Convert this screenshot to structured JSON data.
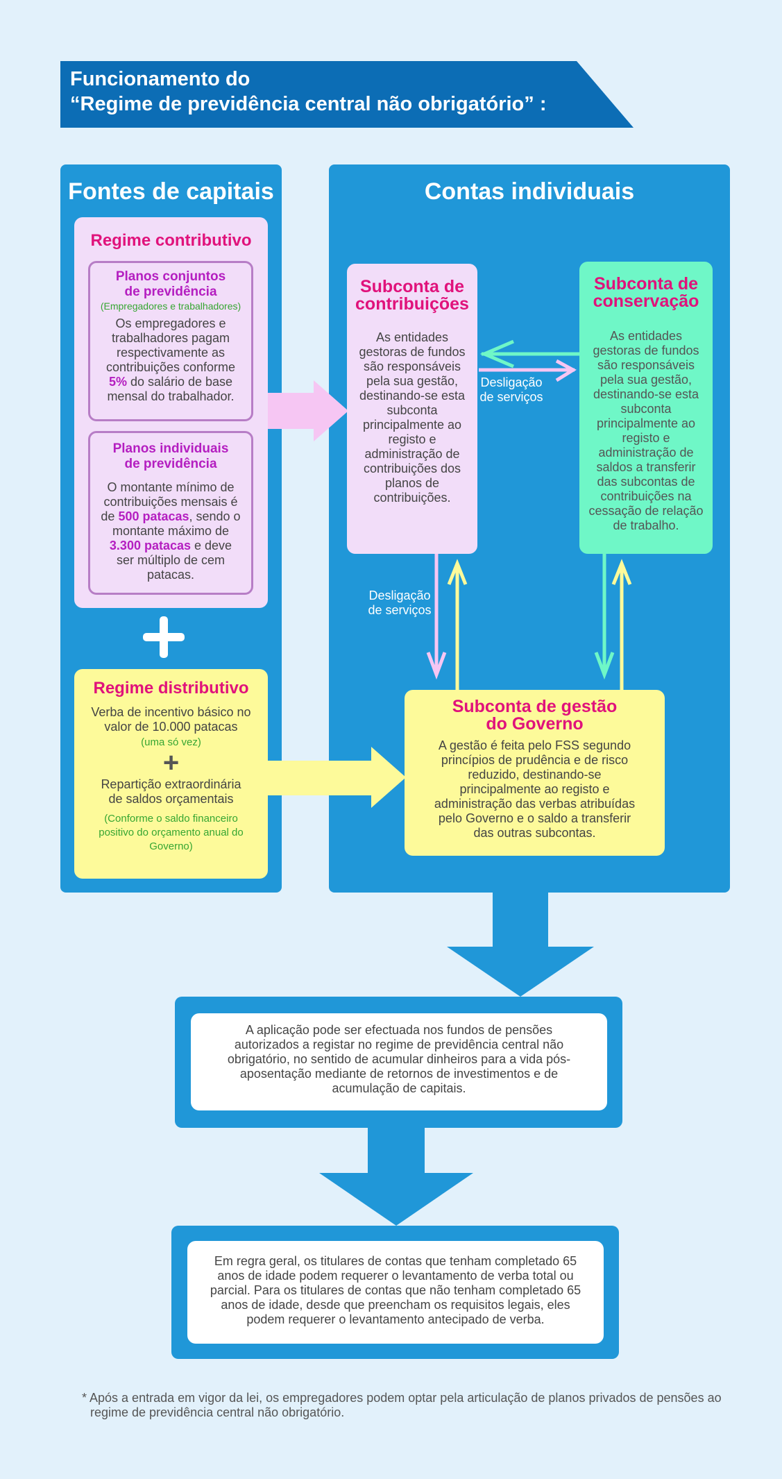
{
  "header": {
    "title_line1": "Funcionamento do",
    "title_line2": "“Regime de previdência central não obrigatório”  :"
  },
  "sources": {
    "heading": "Fontes de capitais",
    "contributive": {
      "title": "Regime contributivo",
      "joint_plans": {
        "title_line1": "Planos conjuntos",
        "title_line2": "de previdência",
        "subtitle": "(Empregadores e trabalhadores)",
        "text_before": "Os empregadores e trabalhadores pagam respectivamente as contribuições conforme ",
        "highlight": "5%",
        "text_after": " do salário de base mensal do trabalhador."
      },
      "individual_plans": {
        "title_line1": "Planos individuais",
        "title_line2": "de previdência",
        "text_1": "O montante mínimo de contribuições mensais é de ",
        "highlight_1": "500 patacas",
        "text_2": ", sendo o montante máximo de ",
        "highlight_2": "3.300 patacas",
        "text_3": " e deve ser múltiplo de cem patacas."
      }
    },
    "plus_symbol": "+",
    "distributive": {
      "title": "Regime distributivo",
      "incentive_text": "Verba de incentivo básico no valor de 10.000 patacas",
      "incentive_note": "(uma só vez)",
      "plus_symbol": "+",
      "surplus_text": "Repartição extraordinária de saldos orçamentais",
      "surplus_note": "(Conforme o saldo financeiro positivo do orçamento anual do Governo)"
    }
  },
  "accounts": {
    "heading": "Contas individuais",
    "contributions": {
      "title_line1": "Subconta de",
      "title_line2": "contribuições",
      "text": "As entidades gestoras de fundos são responsáveis pela sua gestão, destinando-se esta subconta principalmente ao registo e administração de contribuições dos planos de contribuições."
    },
    "conservation": {
      "title_line1": "Subconta de",
      "title_line2": "conservação",
      "text": "As entidades gestoras de fundos são responsáveis pela sua gestão, destinando-se esta subconta principalmente ao registo e administração de saldos a transferir das subcontas de contribuições na cessação de relação de trabalho."
    },
    "government": {
      "title_line1": "Subconta de gestão",
      "title_line2": "do Governo",
      "text": "A gestão é feita pelo FSS segundo princípios de prudência e de risco reduzido, destinando-se principalmente ao registo e administração das verbas atribuídas pelo Governo e o saldo a transferir das outras subcontas."
    },
    "label_horizontal_line1": "Desligação",
    "label_horizontal_line2": "de serviços",
    "label_vertical_line1": "Desligação",
    "label_vertical_line2": "de serviços"
  },
  "application_box": {
    "text": "A aplicação pode ser efectuada nos fundos de pensões autorizados a registar no regime de previdência central não obrigatório, no sentido de acumular dinheiros para a vida pós-aposentação mediante de retornos de investimentos e de acumulação de capitais."
  },
  "withdrawal_box": {
    "text": "Em regra geral, os titulares de contas que tenham completado 65 anos de idade podem requerer o levantamento de verba total ou parcial. Para os titulares de contas que não tenham completado 65 anos de idade, desde que preencham os requisitos legais, eles podem requerer o levantamento antecipado de verba."
  },
  "footnote": "* Após a entrada em vigor da lei, os empregadores podem optar pela articulação de planos privados de pensões ao regime de previdência central não obrigatório.",
  "colors": {
    "background": "#e2f1fb",
    "title_banner": "#0c6db5",
    "panel_blue": "#2097d8",
    "pink_card": "#f2ddf9",
    "yellow_card": "#fdfa9a",
    "green_card": "#6ff7c7",
    "magenta_title": "#e0127b",
    "purple_text": "#b41ec0",
    "green_note": "#36a632"
  }
}
